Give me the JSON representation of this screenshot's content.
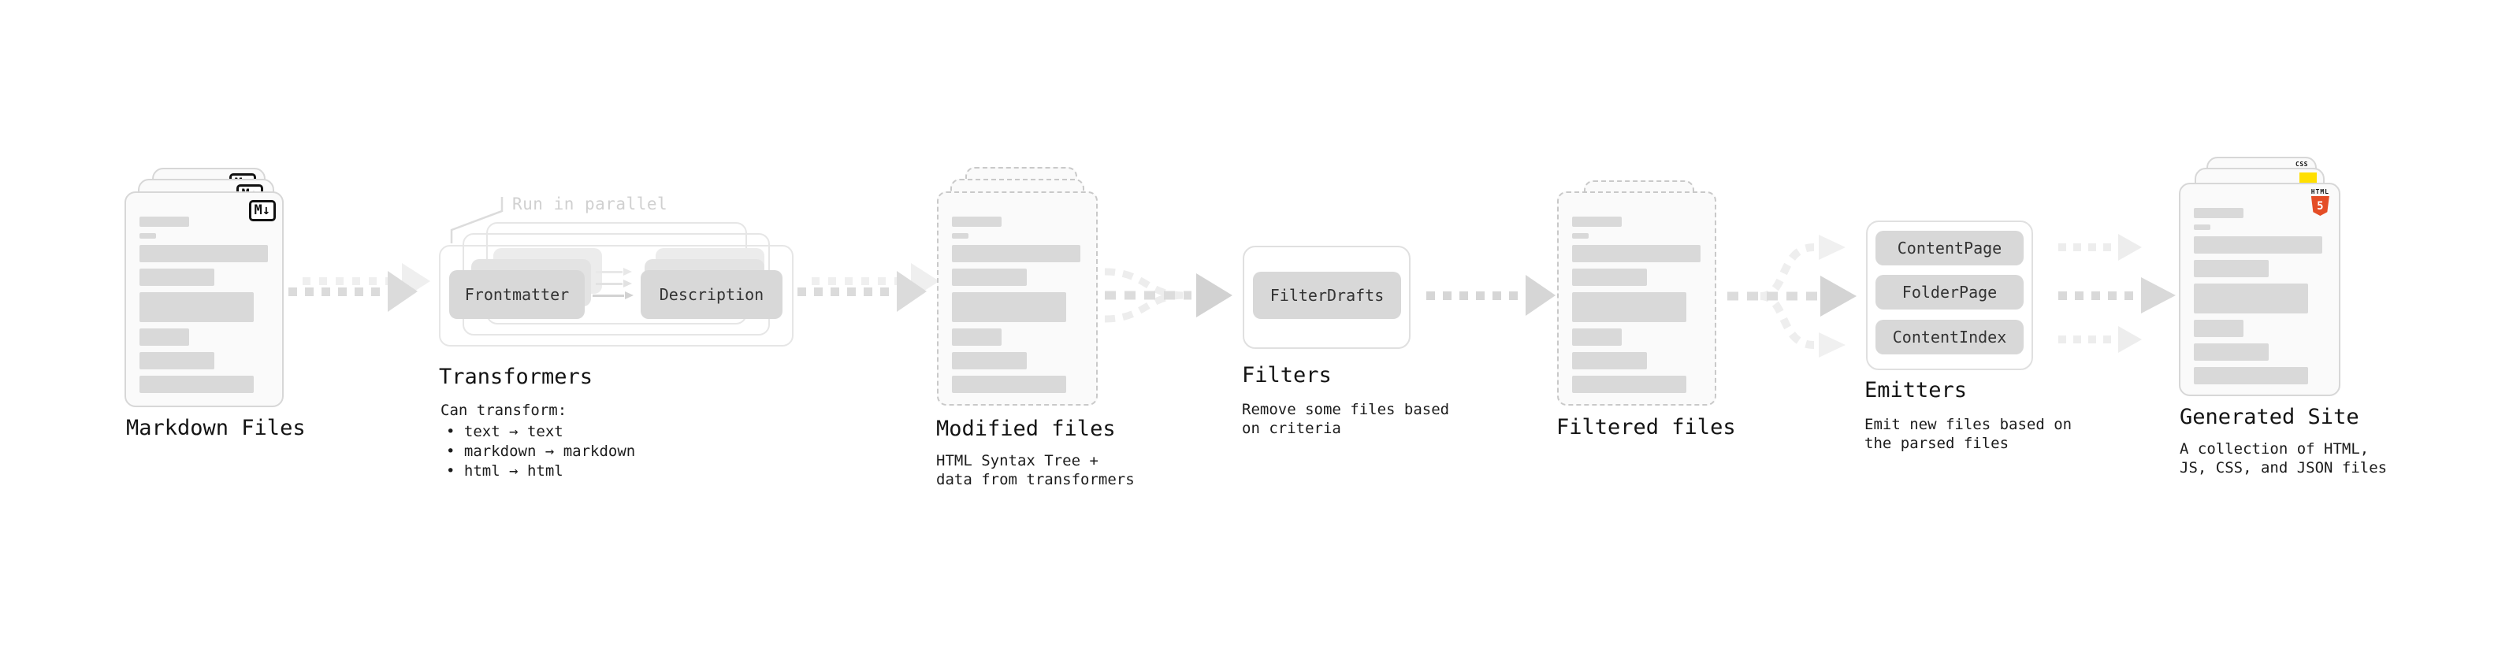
{
  "colors": {
    "background": "#ffffff",
    "html5_orange": "#e44d26",
    "js_yellow": "#ffdf00",
    "css_blue": "#2d65f2"
  },
  "pipeline": {
    "markdown_files": {
      "title": "Markdown Files",
      "badge": "M↓"
    },
    "transformers": {
      "annotation": "Run in parallel",
      "left_box": "Frontmatter",
      "right_box": "Description",
      "title": "Transformers",
      "desc_heading": "Can transform:",
      "bullets": [
        "• text → text",
        "• markdown → markdown",
        "• html → html"
      ]
    },
    "modified_files": {
      "title": "Modified files",
      "desc": "HTML Syntax Tree +\ndata from transformers"
    },
    "filters": {
      "box": "FilterDrafts",
      "title": "Filters",
      "desc": "Remove some files based\non criteria"
    },
    "filtered_files": {
      "title": "Filtered files"
    },
    "emitters": {
      "boxes": [
        "ContentPage",
        "FolderPage",
        "ContentIndex"
      ],
      "title": "Emitters",
      "desc": "Emit new files based on\nthe parsed files"
    },
    "generated_site": {
      "title": "Generated Site",
      "desc": "A collection of HTML,\nJS, CSS, and JSON files",
      "css_badge": "CSS",
      "html_badge_label": "HTML",
      "html_badge_number": "5"
    }
  }
}
